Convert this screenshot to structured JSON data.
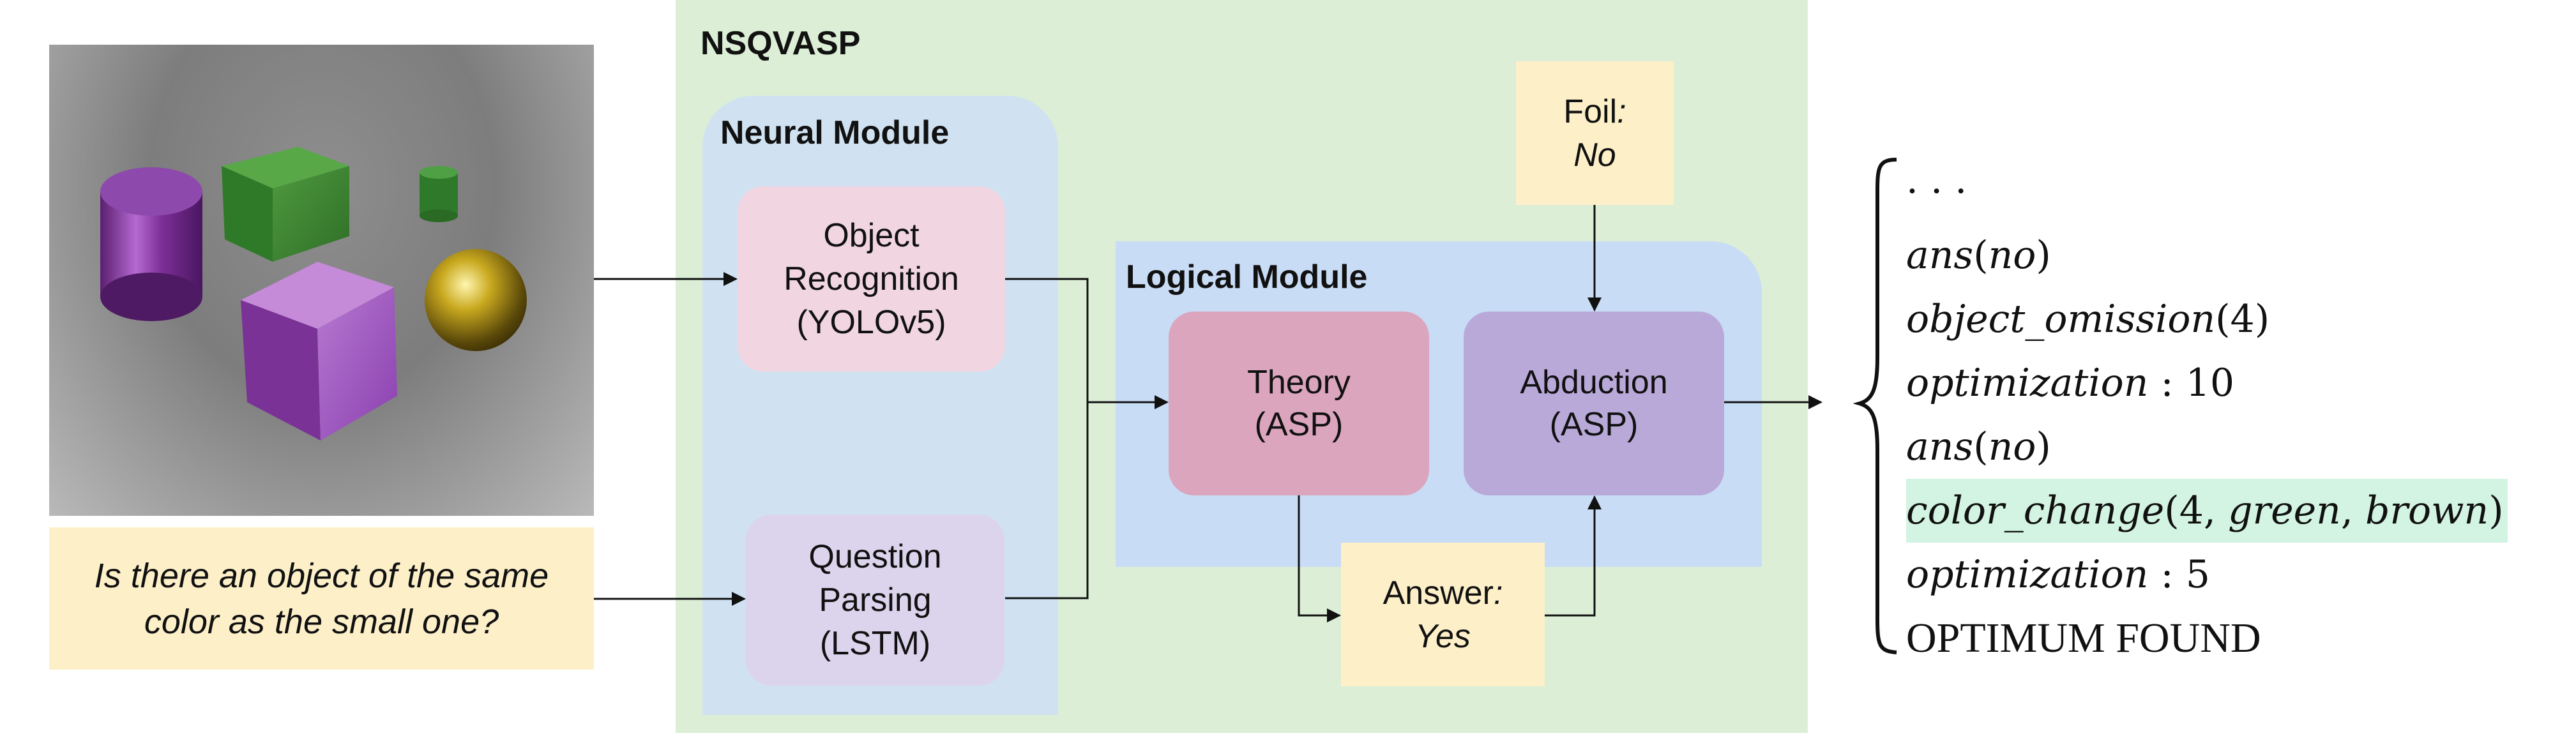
{
  "framework_title": "NSQVASP",
  "input": {
    "question": "Is there an object of the same color as the small one?"
  },
  "neural_module": {
    "title": "Neural Module",
    "object_recognition": {
      "line1": "Object",
      "line2": "Recognition",
      "line3": "(YOLOv5)"
    },
    "question_parsing": {
      "line1": "Question",
      "line2": "Parsing",
      "line3": "(LSTM)"
    }
  },
  "logical_module": {
    "title": "Logical Module",
    "theory": {
      "line1": "Theory",
      "line2": "(ASP)"
    },
    "abduction": {
      "line1": "Abduction",
      "line2": "(ASP)"
    }
  },
  "foil": {
    "label": "Foil",
    "colon": ":",
    "value": "No"
  },
  "answer": {
    "label": "Answer",
    "colon": ":",
    "value": "Yes"
  },
  "output": {
    "ellipsis": "· · ·",
    "l1_pred": "ans",
    "l1_arg": "no",
    "l2_pred": "object_omission",
    "l2_arg": "4",
    "l3_key": "optimization",
    "l3_val": "10",
    "l4_pred": "ans",
    "l4_arg": "no",
    "l5_pred": "color_change",
    "l5_a1": "4",
    "l5_a2": "green",
    "l5_a3": "brown",
    "l6_key": "optimization",
    "l6_val": "5",
    "l7": "OPTIMUM FOUND",
    "highlight_color": "#d3f4e2"
  },
  "colors": {
    "framework_bg": "#dceed6",
    "neural_bg": "#d0e2f2",
    "logical_bg": "#c8dcf5",
    "object_recognition": "#f1d6e1",
    "question_parsing": "#dcd4ec",
    "theory": "#dba5bd",
    "abduction": "#b9a9d9",
    "note": "#fdf0c9"
  }
}
